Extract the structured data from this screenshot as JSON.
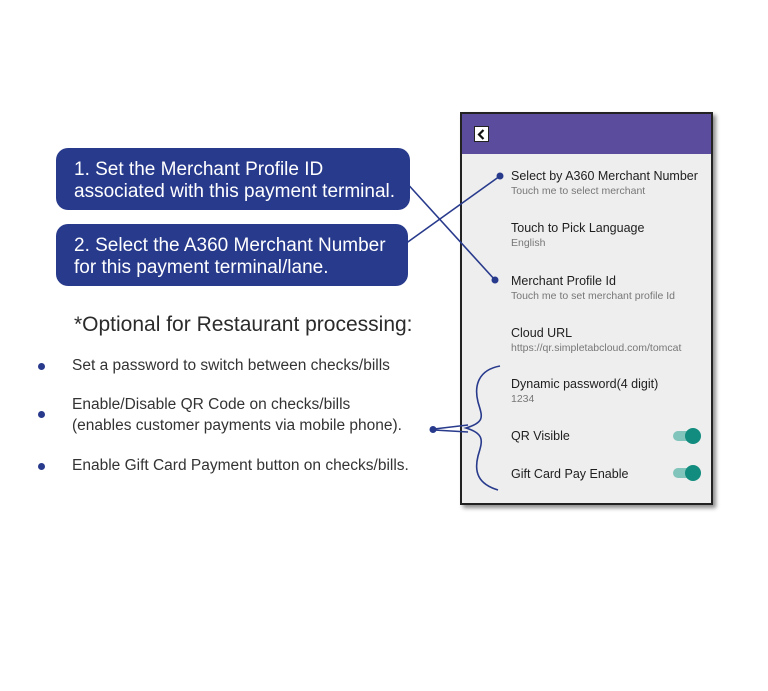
{
  "callouts": {
    "merchant_profile": {
      "line1": "1. Set the Merchant Profile ID",
      "line2": "associated with this payment terminal."
    },
    "merchant_number": {
      "line1": "2. Select the A360 Merchant Number",
      "line2": "for this payment terminal/lane."
    }
  },
  "optional": {
    "heading": "*Optional for Restaurant processing:",
    "bullets": [
      {
        "line1": "Set a password to switch between checks/bills"
      },
      {
        "line1": "Enable/Disable QR Code on checks/bills",
        "line2": "(enables customer payments via mobile phone)."
      },
      {
        "line1": "Enable Gift Card Payment button on checks/bills."
      }
    ]
  },
  "phone": {
    "header_color": "#5c4c9e",
    "back_icon": "chevron-left-icon",
    "preferences": [
      {
        "title": "Select by A360 Merchant Number",
        "summary": "Touch me to select merchant"
      },
      {
        "title": "Touch to Pick Language",
        "summary": "English"
      },
      {
        "title": "Merchant Profile Id",
        "summary": "Touch me to set merchant profile Id"
      },
      {
        "title": "Cloud URL",
        "summary": "https://qr.simpletabcloud.com/tomcat"
      },
      {
        "title": "Dynamic password(4 digit)",
        "summary": "1234"
      }
    ],
    "switches": [
      {
        "title": "QR Visible",
        "on": true
      },
      {
        "title": "Gift Card Pay Enable",
        "on": true
      }
    ],
    "accent_color": "#128c7e"
  },
  "colors": {
    "callout_bg": "#283a8c",
    "connector": "#283a8c"
  }
}
